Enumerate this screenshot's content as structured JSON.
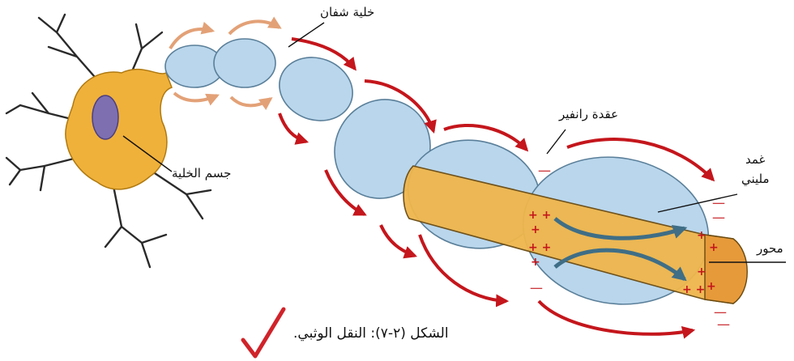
{
  "labels": {
    "schwann_cell": "خلية شفان",
    "node_of_ranvier": "عقدة رانفير",
    "myelin_sheath_line1": "غمد",
    "myelin_sheath_line2": "مليني",
    "cell_body": "جسم الخلية",
    "axon": "محور"
  },
  "caption": "الشكل (٢-٧): النقل الوثبي.",
  "colors": {
    "cell_body": "#f0b13a",
    "nucleus": "#7d6fb0",
    "myelin": "#b9d6ec",
    "axon": "#efb64c",
    "impulse_arrow": "#c4161c",
    "faded_arrow": "#e3a177",
    "current_arrow": "#3f6e86",
    "check_mark": "#d0232a"
  }
}
